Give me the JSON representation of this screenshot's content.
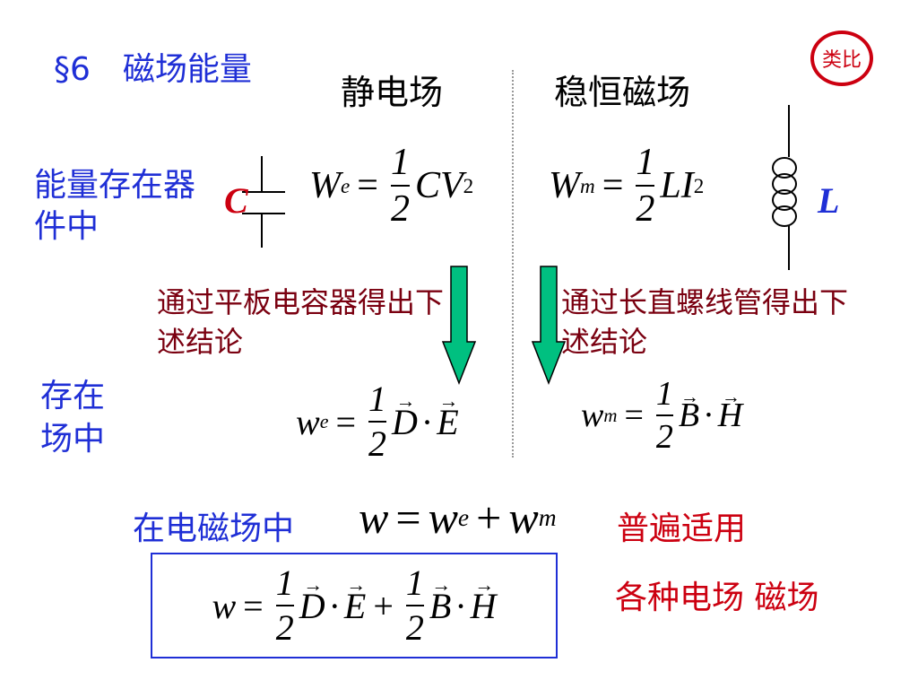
{
  "section_title": "§6　磁场能量",
  "analogy_badge": "类比",
  "col_electric": "静电场",
  "col_magnetic": "稳恒磁场",
  "label_device": "能量存在器件中",
  "label_field": "存在场中",
  "capacitor_label": "C",
  "inductor_label": "L",
  "note_capacitor": "通过平板电容器得出下述结论",
  "note_solenoid": "通过长直螺线管得出下述结论",
  "label_em": "在电磁场中",
  "universal": "普遍适用",
  "all_fields": "各种电场 磁场",
  "eq": {
    "one": "1",
    "two": "2",
    "W": "W",
    "w": "w",
    "e": "e",
    "m": "m",
    "CV": "CV",
    "LI": "LI",
    "sq": "2",
    "D": "D",
    "E": "E",
    "B": "B",
    "H": "H",
    "equals": "=",
    "plus": "+",
    "dot": "·"
  },
  "colors": {
    "blue": "#1f2fd6",
    "red": "#cc0010",
    "arrow": "#00c080"
  }
}
